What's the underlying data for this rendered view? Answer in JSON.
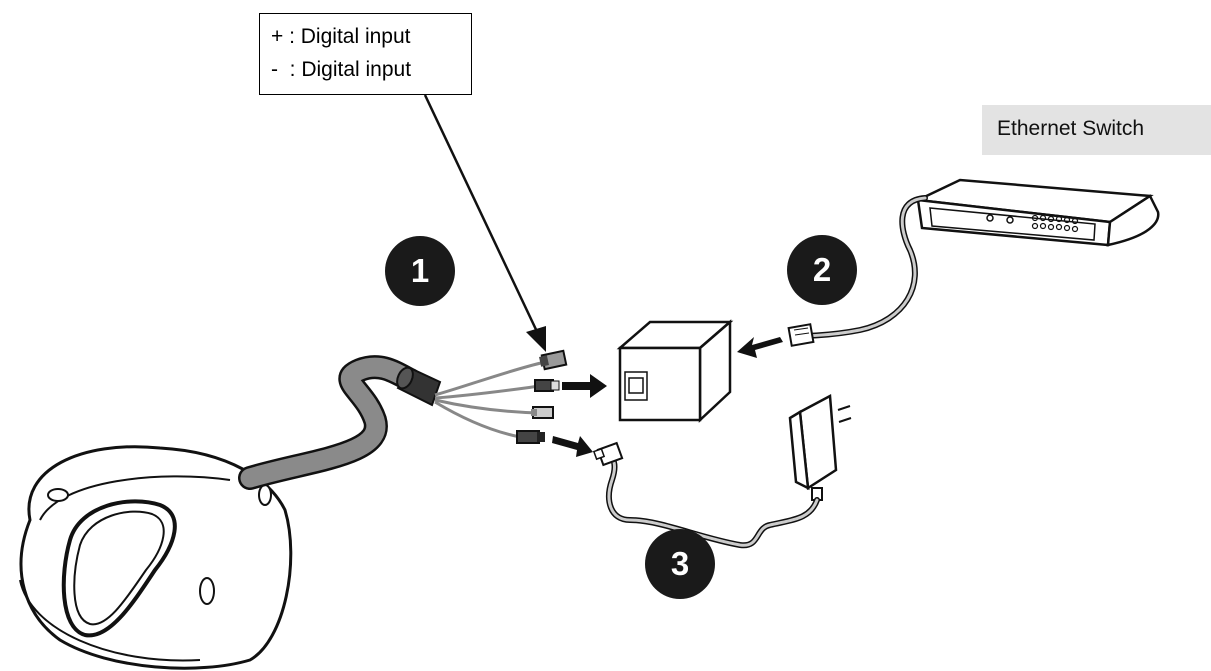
{
  "callout": {
    "lines": [
      "+ : Digital input",
      "-  : Digital input"
    ]
  },
  "switch_label": "Ethernet Switch",
  "steps": [
    "1",
    "2",
    "3"
  ],
  "colors": {
    "cable_grey": "#8a8a8a",
    "badge_fill": "#1a1a1a",
    "label_bg": "#e3e3e3"
  }
}
